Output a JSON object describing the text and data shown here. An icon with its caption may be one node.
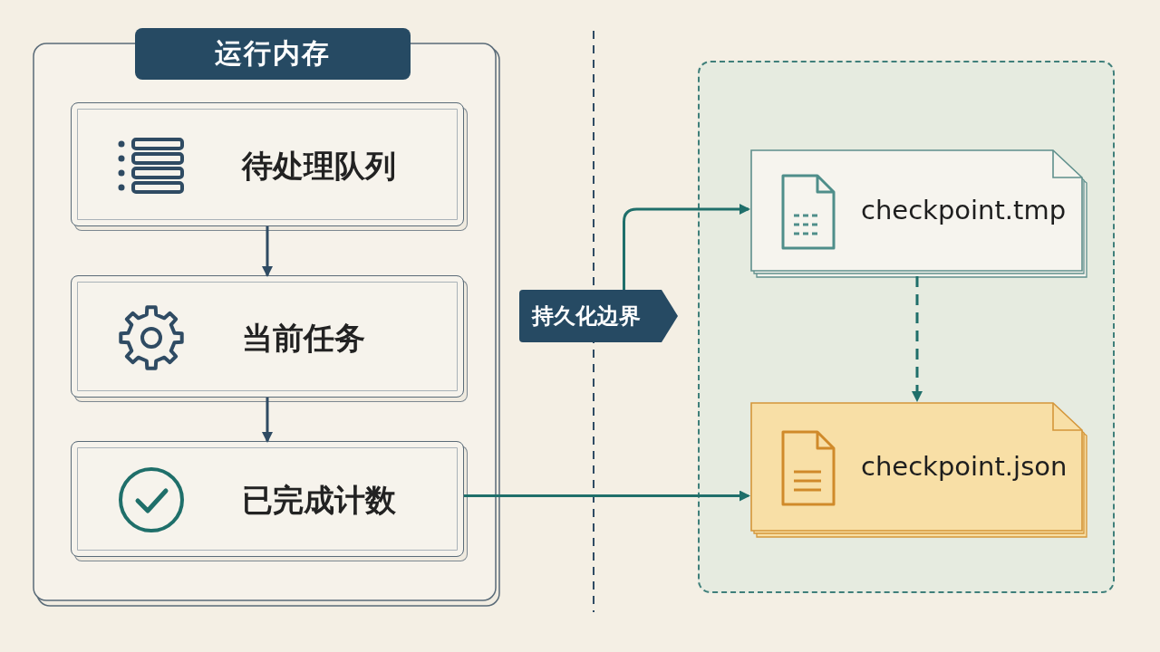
{
  "diagram": {
    "nodes": [
      {
        "text": [
          "运行内存"
        ]
      },
      {
        "text": [
          "待处理队列"
        ],
        "in": 0
      },
      {
        "text": [
          "当前任务"
        ],
        "in": 0
      },
      {
        "text": [
          "已完成计数"
        ],
        "in": 0
      },
      {
        "text": [
          "持久化边界"
        ]
      },
      {
        "text": [],
        "shape": "box"
      },
      {
        "text": [
          "checkpoint.tmp"
        ],
        "in": 5
      },
      {
        "text": [
          "checkpoint.json"
        ],
        "in": 5
      }
    ],
    "edges": [
      {
        "from": 1,
        "to": 2,
        "arrow": "to",
        "color": "#2f4b63"
      },
      {
        "from": 2,
        "to": 3,
        "arrow": "to",
        "color": "#2f4b63"
      },
      {
        "from": 4,
        "to": 6,
        "arrow": "to"
      },
      {
        "from": 6,
        "to": 7,
        "arrow": "to",
        "style": "dashed"
      },
      {
        "from": 3,
        "to": 7,
        "arrow": "to"
      }
    ]
  }
}
